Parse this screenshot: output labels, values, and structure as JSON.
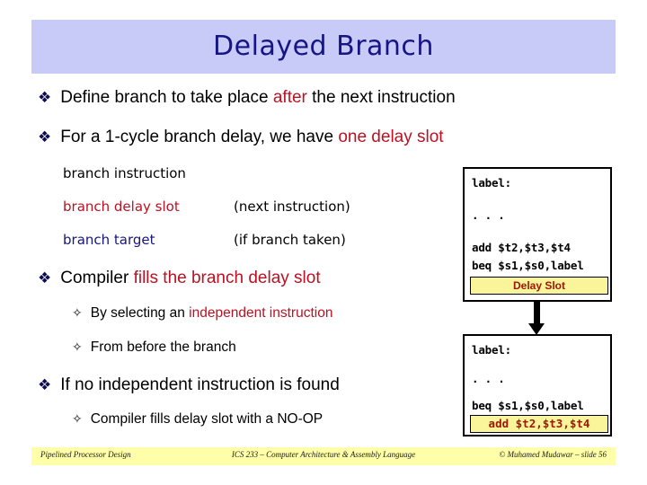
{
  "slide": {
    "title": "Delayed Branch",
    "banner_color": "#c8caf8",
    "title_color": "#151586",
    "accent_red": "#bb1122",
    "accent_navy": "#16167e",
    "slot_fill": "#faf59a",
    "slot_text_color": "#9d1606"
  },
  "bullets": {
    "b1": {
      "glyph": "❖",
      "pre": "Define branch to take place ",
      "em": "after",
      "post": " the next instruction"
    },
    "b2": {
      "glyph": "❖",
      "pre": "For a 1-cycle branch delay, we have ",
      "em": "one delay slot"
    },
    "b3": {
      "glyph": "❖",
      "pre": "Compiler ",
      "em": "fills the branch delay slot"
    },
    "b3s1": {
      "glyph": "✧",
      "pre": "By selecting an ",
      "em": "independent instruction"
    },
    "b3s2": {
      "glyph": "✧",
      "pre": "From before the branch"
    },
    "b4": {
      "glyph": "❖",
      "pre": "If no independent instruction is found"
    },
    "b4s1": {
      "glyph": "✧",
      "pre": "Compiler fills delay slot with a NO-OP"
    }
  },
  "sequence": {
    "line1": {
      "label": "branch instruction",
      "note": ""
    },
    "line2": {
      "label": "branch delay slot",
      "note": "(next instruction)"
    },
    "line3": {
      "label": "branch target",
      "note": "(if branch taken)"
    }
  },
  "code_before": {
    "lines": [
      "label:",
      ". . .",
      "add $t2,$t3,$t4",
      "beq $s1,$s0,label"
    ],
    "slot_label": "Delay Slot"
  },
  "code_after": {
    "lines": [
      "label:",
      ". . .",
      "beq $s1,$s0,label"
    ],
    "slot_label": "add $t2,$t3,$t4"
  },
  "footer": {
    "left": "Pipelined Processor Design",
    "center": "ICS 233 – Computer Architecture & Assembly Language",
    "right": "© Muhamed Mudawar – slide 56"
  }
}
